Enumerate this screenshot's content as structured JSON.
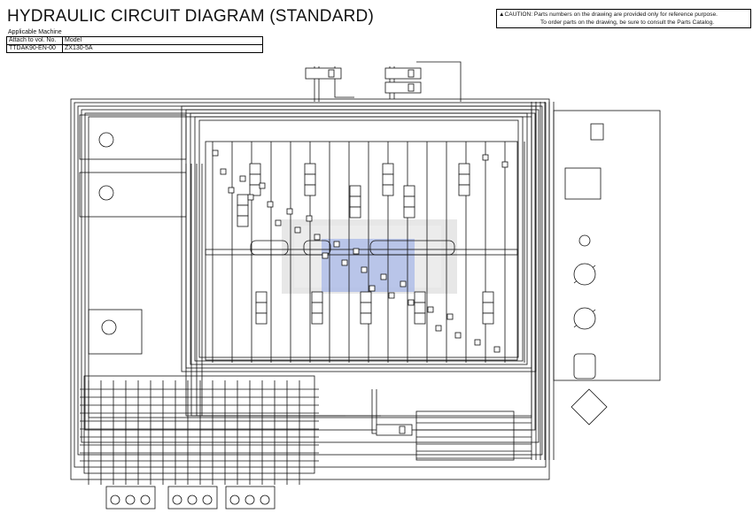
{
  "header": {
    "title": "HYDRAULIC CIRCUIT DIAGRAM (STANDARD)",
    "applicable_label": "Applicable Machine",
    "table": {
      "headers": [
        "Attach to vol. No.",
        "Model"
      ],
      "values": [
        "TTDAK90-EN-00",
        "ZX130-5A"
      ]
    }
  },
  "caution": {
    "icon": "warning-triangle-icon",
    "line1": "CAUTION: Parts numbers on the drawing are provided only for reference purpose.",
    "line2": "To order parts on the drawing, be sure to consult the Parts Catalog."
  }
}
